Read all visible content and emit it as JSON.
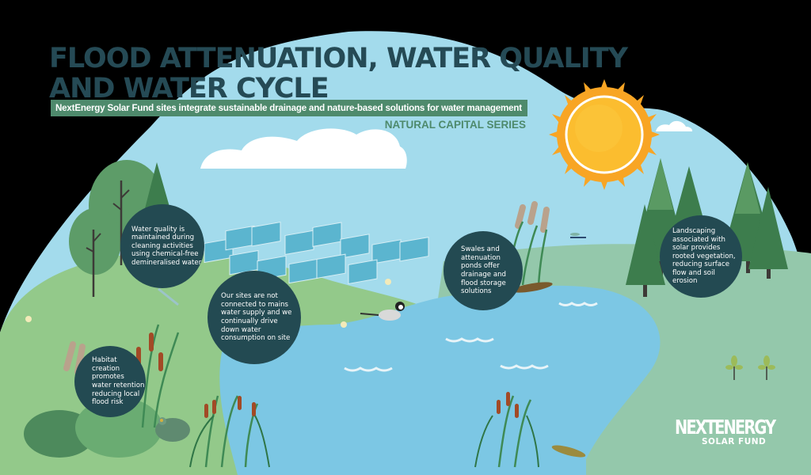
{
  "header": {
    "title": "FLOOD ATTENUATION, WATER QUALITY AND WATER CYCLE",
    "subtitle": "NextEnergy Solar Fund sites integrate sustainable drainage and nature-based solutions for water management",
    "series": "NATURAL CAPITAL SERIES"
  },
  "callouts": [
    {
      "id": "water-quality",
      "text": "Water quality is\nmaintained during\ncleaning activities\nusing chemical-free\ndemineralised water"
    },
    {
      "id": "mains-water",
      "text": "Our sites are not\nconnected to mains\nwater supply and we\ncontinually drive\ndown water\nconsumption on site"
    },
    {
      "id": "swales",
      "text": "Swales and\nattenuation\nponds offer\ndrainage and\nflood storage\nsolutions"
    },
    {
      "id": "landscaping",
      "text": "Landscaping\nassociated with\nsolar provides\nrooted vegetation,\nreducing surface\nflow and soil\nerosion"
    },
    {
      "id": "habitat",
      "text": "Habitat\ncreation\npromotes\nwater retention\nreducing local\nflood risk"
    }
  ],
  "logo": {
    "line1": "NEXTENERGY",
    "line2": "SOLAR FUND"
  },
  "colors": {
    "background": "#000000",
    "sky": "#a3dbec",
    "title": "#254a55",
    "banner": "#4e8a6c",
    "bubble": "#234a52",
    "grass_light": "#93c98a",
    "grass_mint": "#94c8ab",
    "pond": "#7cc7e4",
    "sun": "#f7b52c"
  },
  "icons": [
    "sun-icon",
    "cloud-icon",
    "solar-panel-icon",
    "tree-icon",
    "pine-tree-icon",
    "dragonfly-icon",
    "bird-icon",
    "frog-icon",
    "newt-icon",
    "bulrush-icon",
    "reed-icon",
    "sapling-icon",
    "wave-icon",
    "butterfly-icon"
  ]
}
